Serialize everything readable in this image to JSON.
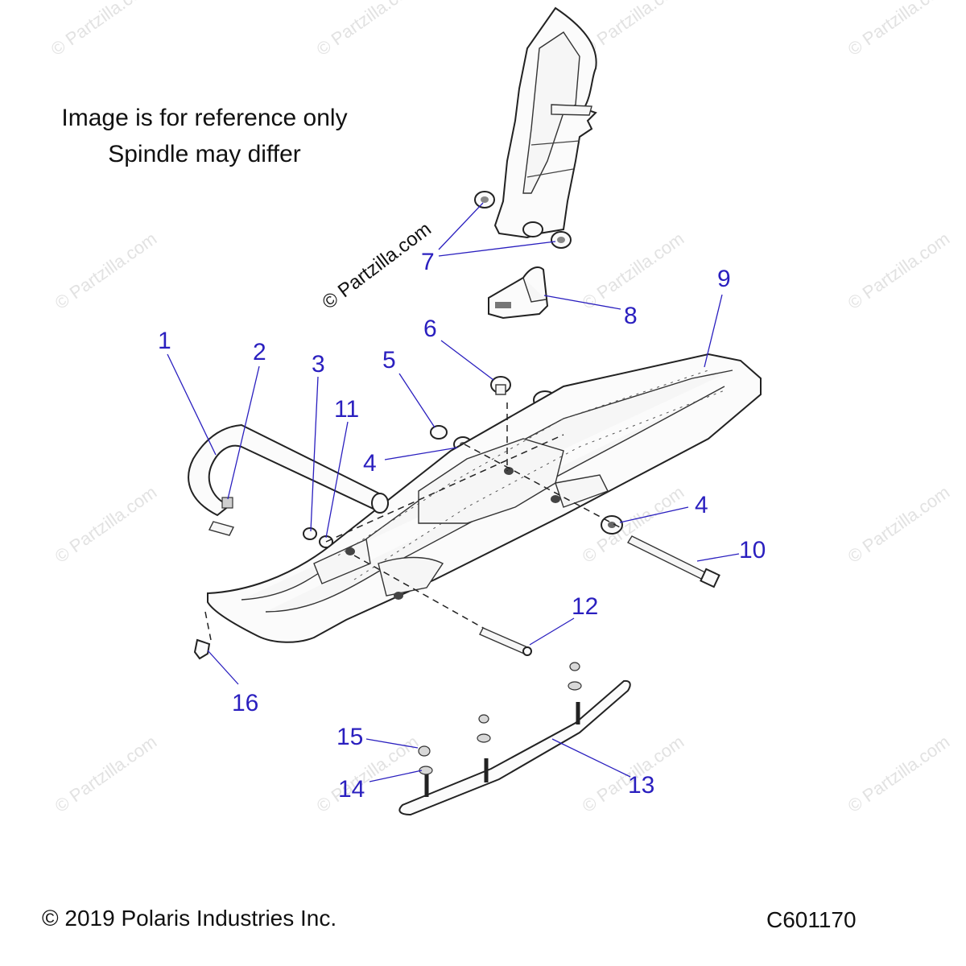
{
  "notes": {
    "line1": "Image is for reference only",
    "line2": "Spindle may differ"
  },
  "footer": {
    "copyright": "© 2019 Polaris Industries Inc.",
    "drawing_code": "C601170"
  },
  "watermark": {
    "text": "© Partzilla.com"
  },
  "callouts": [
    "1",
    "2",
    "3",
    "4",
    "5",
    "6",
    "7",
    "8",
    "9",
    "10",
    "11",
    "12",
    "13",
    "14",
    "15",
    "16",
    "4"
  ],
  "colors": {
    "callout": "#2a1fbf",
    "line_art": "#222222",
    "watermark": "#e2e2e2"
  }
}
